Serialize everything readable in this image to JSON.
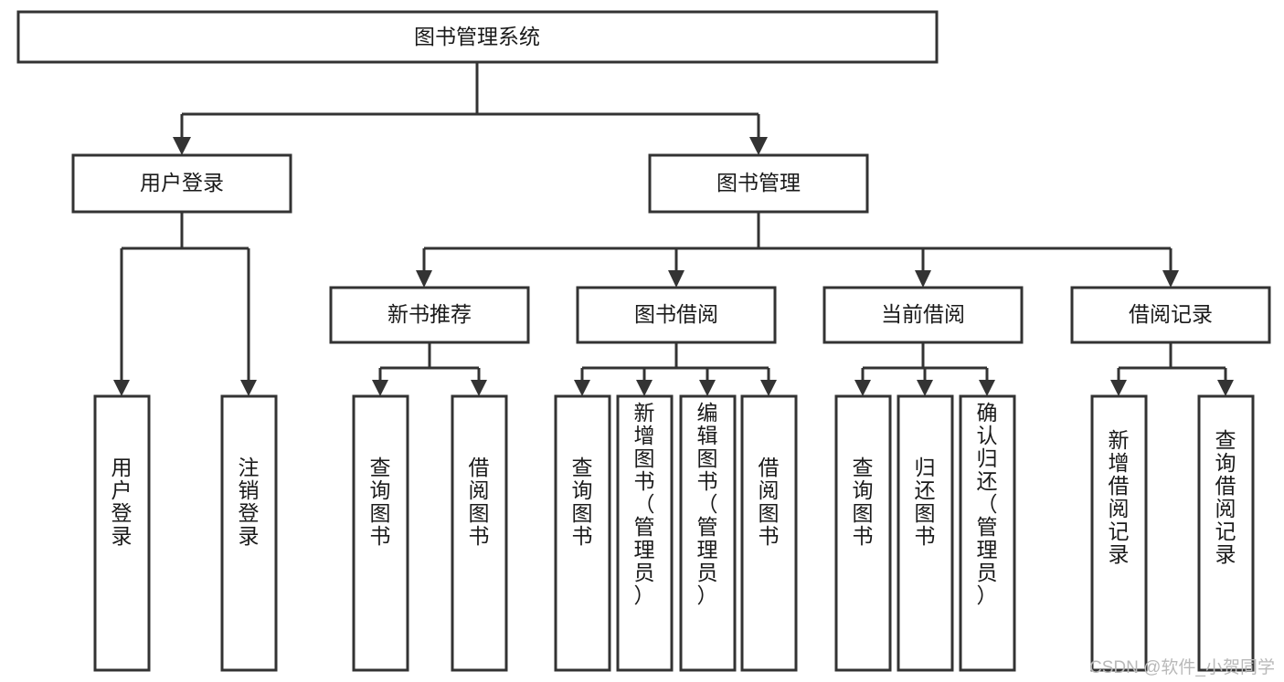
{
  "diagram": {
    "type": "tree-hierarchy-chart",
    "title": "图书管理系统",
    "background_color": "#ffffff",
    "box_stroke_color": "#333333",
    "box_fill_color": "#ffffff",
    "text_color": "#1a1a1a",
    "root": {
      "id": "root",
      "label": "图书管理系统",
      "orientation": "horizontal"
    },
    "level2": [
      {
        "id": "user-login",
        "label": "用户登录",
        "orientation": "horizontal"
      },
      {
        "id": "book-manage",
        "label": "图书管理",
        "orientation": "horizontal"
      }
    ],
    "level3": [
      {
        "id": "new-book-recommend",
        "label": "新书推荐",
        "orientation": "horizontal",
        "parent": "book-manage"
      },
      {
        "id": "book-borrow",
        "label": "图书借阅",
        "orientation": "horizontal",
        "parent": "book-manage"
      },
      {
        "id": "current-borrow",
        "label": "当前借阅",
        "orientation": "horizontal",
        "parent": "book-manage"
      },
      {
        "id": "borrow-record",
        "label": "借阅记录",
        "orientation": "horizontal",
        "parent": "book-manage"
      }
    ],
    "leaves": {
      "user-login": [
        {
          "id": "leaf-user-login",
          "label": "用户登录",
          "orientation": "vertical"
        },
        {
          "id": "leaf-user-logout",
          "label": "注销登录",
          "orientation": "vertical"
        }
      ],
      "new-book-recommend": [
        {
          "id": "leaf-query-book-1",
          "label": "查询图书",
          "orientation": "vertical"
        },
        {
          "id": "leaf-borrow-book-1",
          "label": "借阅图书",
          "orientation": "vertical"
        }
      ],
      "book-borrow": [
        {
          "id": "leaf-query-book-2",
          "label": "查询图书",
          "orientation": "vertical"
        },
        {
          "id": "leaf-add-book",
          "label": "新增图书（管理员）",
          "orientation": "vertical"
        },
        {
          "id": "leaf-edit-book",
          "label": "编辑图书（管理员）",
          "orientation": "vertical"
        },
        {
          "id": "leaf-borrow-book-2",
          "label": "借阅图书",
          "orientation": "vertical"
        }
      ],
      "current-borrow": [
        {
          "id": "leaf-query-book-3",
          "label": "查询图书",
          "orientation": "vertical"
        },
        {
          "id": "leaf-return-book",
          "label": "归还图书",
          "orientation": "vertical"
        },
        {
          "id": "leaf-confirm-return",
          "label": "确认归还（管理员）",
          "orientation": "vertical"
        }
      ],
      "borrow-record": [
        {
          "id": "leaf-add-record",
          "label": "新增借阅记录",
          "orientation": "vertical"
        },
        {
          "id": "leaf-query-record",
          "label": "查询借阅记录",
          "orientation": "vertical"
        }
      ]
    }
  },
  "watermark": {
    "text": "CSDN @软件_小贺同学",
    "color": "#b9b9b9"
  }
}
